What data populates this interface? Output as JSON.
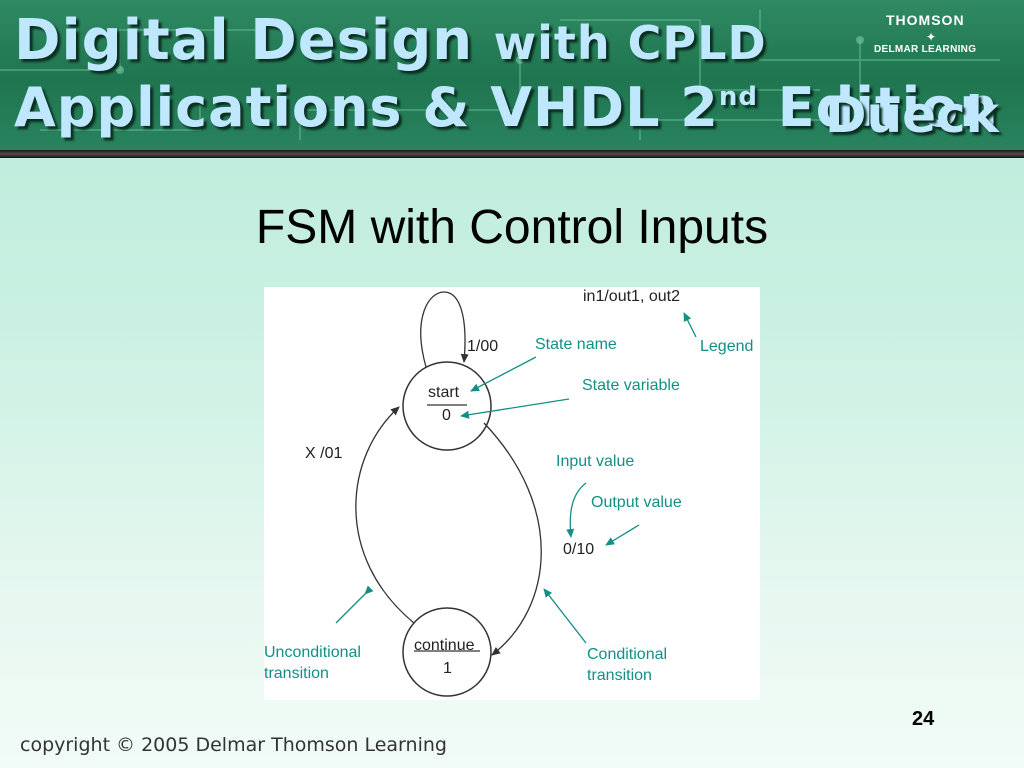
{
  "banner": {
    "title_line1_a": "Digital Design",
    "title_line1_b": "with CPLD",
    "title_line2": "Applications & VHDL 2",
    "title_line2_sup": "nd",
    "title_line2_end": "Edition",
    "author": "Dueck",
    "publisher_top": "THOMSON",
    "publisher_star": "✦",
    "publisher_bottom": "DELMAR LEARNING"
  },
  "slide": {
    "title": "FSM with Control Inputs",
    "page_number": "24",
    "copyright": "copyright © 2005 Delmar Thomson Learning"
  },
  "diagram": {
    "states": [
      {
        "name": "start",
        "variable": "0"
      },
      {
        "name": "continue",
        "variable": "1"
      }
    ],
    "transitions": {
      "self_loop": "1/00",
      "unconditional": "X /01",
      "conditional": "0/10"
    },
    "annotations": {
      "legend_format": "in1/out1, out2",
      "legend": "Legend",
      "state_name": "State name",
      "state_variable": "State variable",
      "input_value": "Input value",
      "output_value": "Output value",
      "unconditional_1": "Unconditional",
      "unconditional_2": "transition",
      "conditional_1": "Conditional",
      "conditional_2": "transition"
    },
    "colors": {
      "annotation": "#138f86",
      "lines": "#333333"
    }
  }
}
